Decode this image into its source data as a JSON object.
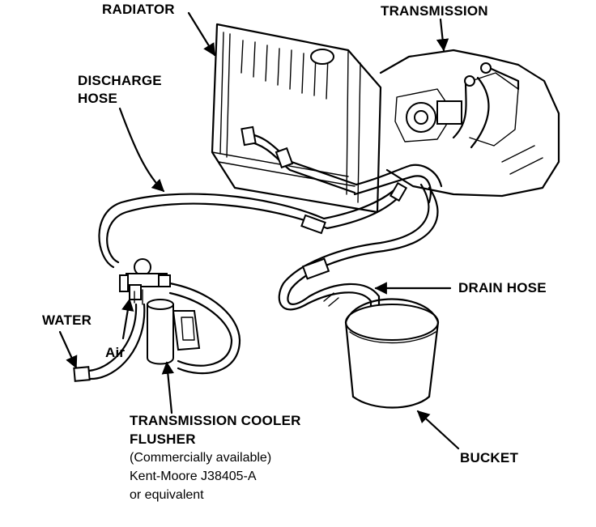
{
  "labels": {
    "radiator": "RADIATOR",
    "transmission": "TRANSMISSION",
    "discharge_hose_line1": "DISCHARGE",
    "discharge_hose_line2": "HOSE",
    "drain_hose": "DRAIN HOSE",
    "water": "WATER",
    "air": "Air",
    "bucket": "BUCKET",
    "flusher_line1": "TRANSMISSION COOLER",
    "flusher_line2": "FLUSHER",
    "flusher_line3": "(Commercially available)",
    "flusher_line4": "Kent-Moore J38405-A",
    "flusher_line5": "or equivalent"
  }
}
